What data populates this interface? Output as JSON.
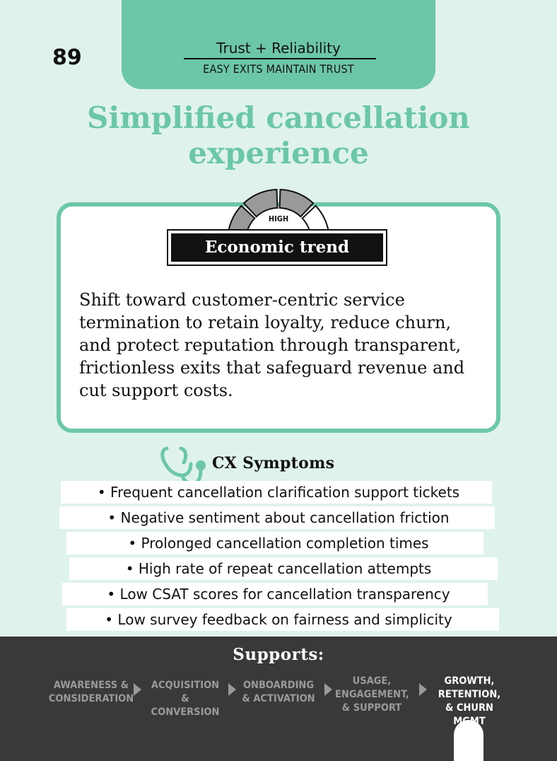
{
  "header": {
    "page_number": "89",
    "category": "Trust + Reliability",
    "subtitle": "EASY EXITS MAINTAIN TRUST"
  },
  "title_lines": [
    "Simplified cancellation",
    "experience"
  ],
  "gauge": {
    "label": "HIGH",
    "segments_total": 4,
    "segments_filled": 3,
    "fill_color": "#999999"
  },
  "trend": {
    "label": "Economic trend",
    "description": "Shift toward customer-centric service termination to retain loyalty, reduce churn, and protect reputation through transparent, frictionless exits that safeguard revenue and cut support costs."
  },
  "symptoms": {
    "title": "CX Symptoms",
    "icon": "stethoscope-icon",
    "items": [
      "• Frequent cancellation clarification support tickets",
      "• Negative sentiment about cancellation friction",
      "• Prolonged cancellation completion times",
      "• High rate of repeat cancellation attempts",
      "• Low CSAT scores for cancellation transparency",
      "• Low survey feedback on fairness and simplicity"
    ]
  },
  "supports": {
    "title": "Supports:",
    "stages": [
      {
        "lines": [
          "AWARENESS &",
          "CONSIDERATION"
        ],
        "active": false
      },
      {
        "lines": [
          "ACQUISITION",
          "& CONVERSION"
        ],
        "active": false
      },
      {
        "lines": [
          "ONBOARDING",
          "& ACTIVATION"
        ],
        "active": false
      },
      {
        "lines": [
          "USAGE,",
          "ENGAGEMENT,",
          "& SUPPORT"
        ],
        "active": false
      },
      {
        "lines": [
          "GROWTH,",
          "RETENTION,",
          "& CHURN MGMT"
        ],
        "active": true
      }
    ]
  },
  "colors": {
    "accent": "#6cc7a8",
    "background": "#dff3ec",
    "footer": "#3a3838",
    "inactive_stage": "#9a9a9a"
  }
}
